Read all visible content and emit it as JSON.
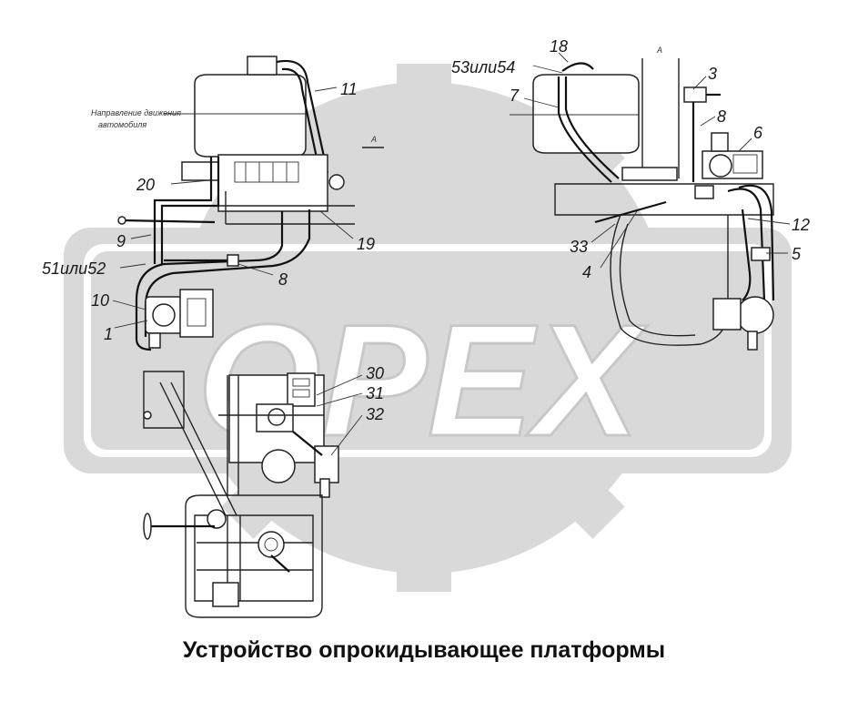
{
  "caption": "Устройство опрокидывающее платформы",
  "watermark": {
    "text": "OPEX",
    "color": "#d9d9d9"
  },
  "note": {
    "line1": "Направление движения",
    "line2": "автомобиля"
  },
  "view_marker": "А",
  "callouts": {
    "c11": "11",
    "c20": "20",
    "c9": "9",
    "c19": "19",
    "c51": "51или52",
    "c8_left": "8",
    "c10": "10",
    "c1": "1",
    "c30": "30",
    "c31": "31",
    "c32": "32",
    "c18": "18",
    "c53": "53или54",
    "c7": "7",
    "c3": "3",
    "c8_right": "8",
    "c6": "6",
    "c12": "12",
    "c5": "5",
    "c33": "33",
    "c4": "4"
  }
}
